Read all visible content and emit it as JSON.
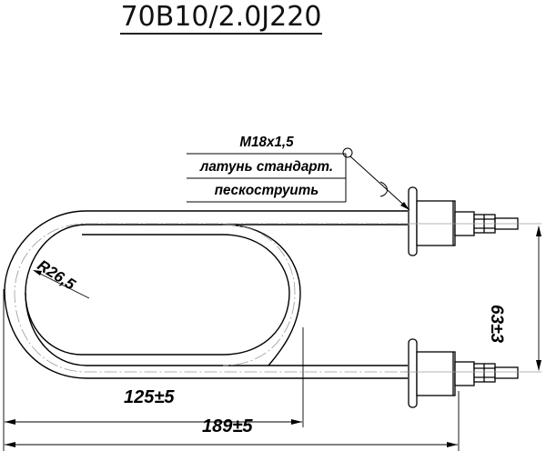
{
  "title": "70B10/2.0J220",
  "leader_note": {
    "thread": "M18x1,5",
    "material": "латунь стандарт.",
    "finish": "пескоструить"
  },
  "dimensions": {
    "bend_radius": "R26,5",
    "inner_length": "125±5",
    "overall_length": "189±5",
    "terminal_spacing": "63±3"
  },
  "colors": {
    "line": "#000000",
    "centerline": "#9a9a9a",
    "background": "#ffffff"
  }
}
